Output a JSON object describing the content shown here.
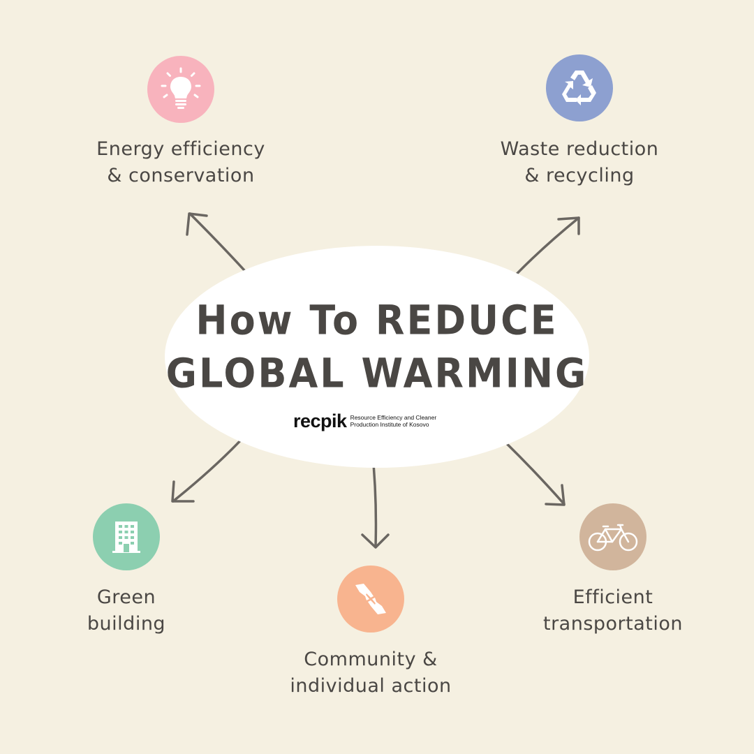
{
  "title": {
    "line1": "How To REDUCE",
    "line2": "GLOBAL WARMING"
  },
  "logo": {
    "wordmark": "recpik",
    "tagline_line1": "Resource Efficiency and Cleaner",
    "tagline_line2": "Production Institute of Kosovo"
  },
  "nodes": {
    "energy": {
      "line1": "Energy efficiency",
      "line2": "& conservation",
      "icon": "lightbulb-icon",
      "color": "#f8b3bd"
    },
    "waste": {
      "line1": "Waste reduction",
      "line2": "& recycling",
      "icon": "recycle-icon",
      "color": "#8da0d0"
    },
    "green": {
      "line1": "Green",
      "line2": "building",
      "icon": "building-icon",
      "color": "#8ccfb0"
    },
    "community": {
      "line1": "Community &",
      "line2": "individual action",
      "icon": "helping-hands-icon",
      "color": "#f8b48f"
    },
    "transport": {
      "line1": "Efficient",
      "line2": "transportation",
      "icon": "bicycle-icon",
      "color": "#d1b59c"
    }
  },
  "colors": {
    "background": "#f5f0e1",
    "text": "#4a4744",
    "arrow": "#6a6661"
  }
}
